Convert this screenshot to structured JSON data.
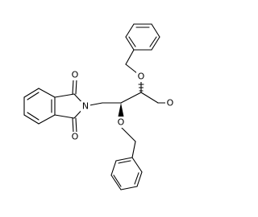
{
  "diagram": {
    "type": "chemical-structure",
    "background": "#ffffff",
    "bond_color": "#000000",
    "atom_labels": {
      "phthalimide_n": "N",
      "imide_o_upper": "O",
      "imide_o_lower": "O",
      "ether_o_upper": "O",
      "ether_o_lower": "O",
      "aldehyde_o": "O"
    }
  }
}
